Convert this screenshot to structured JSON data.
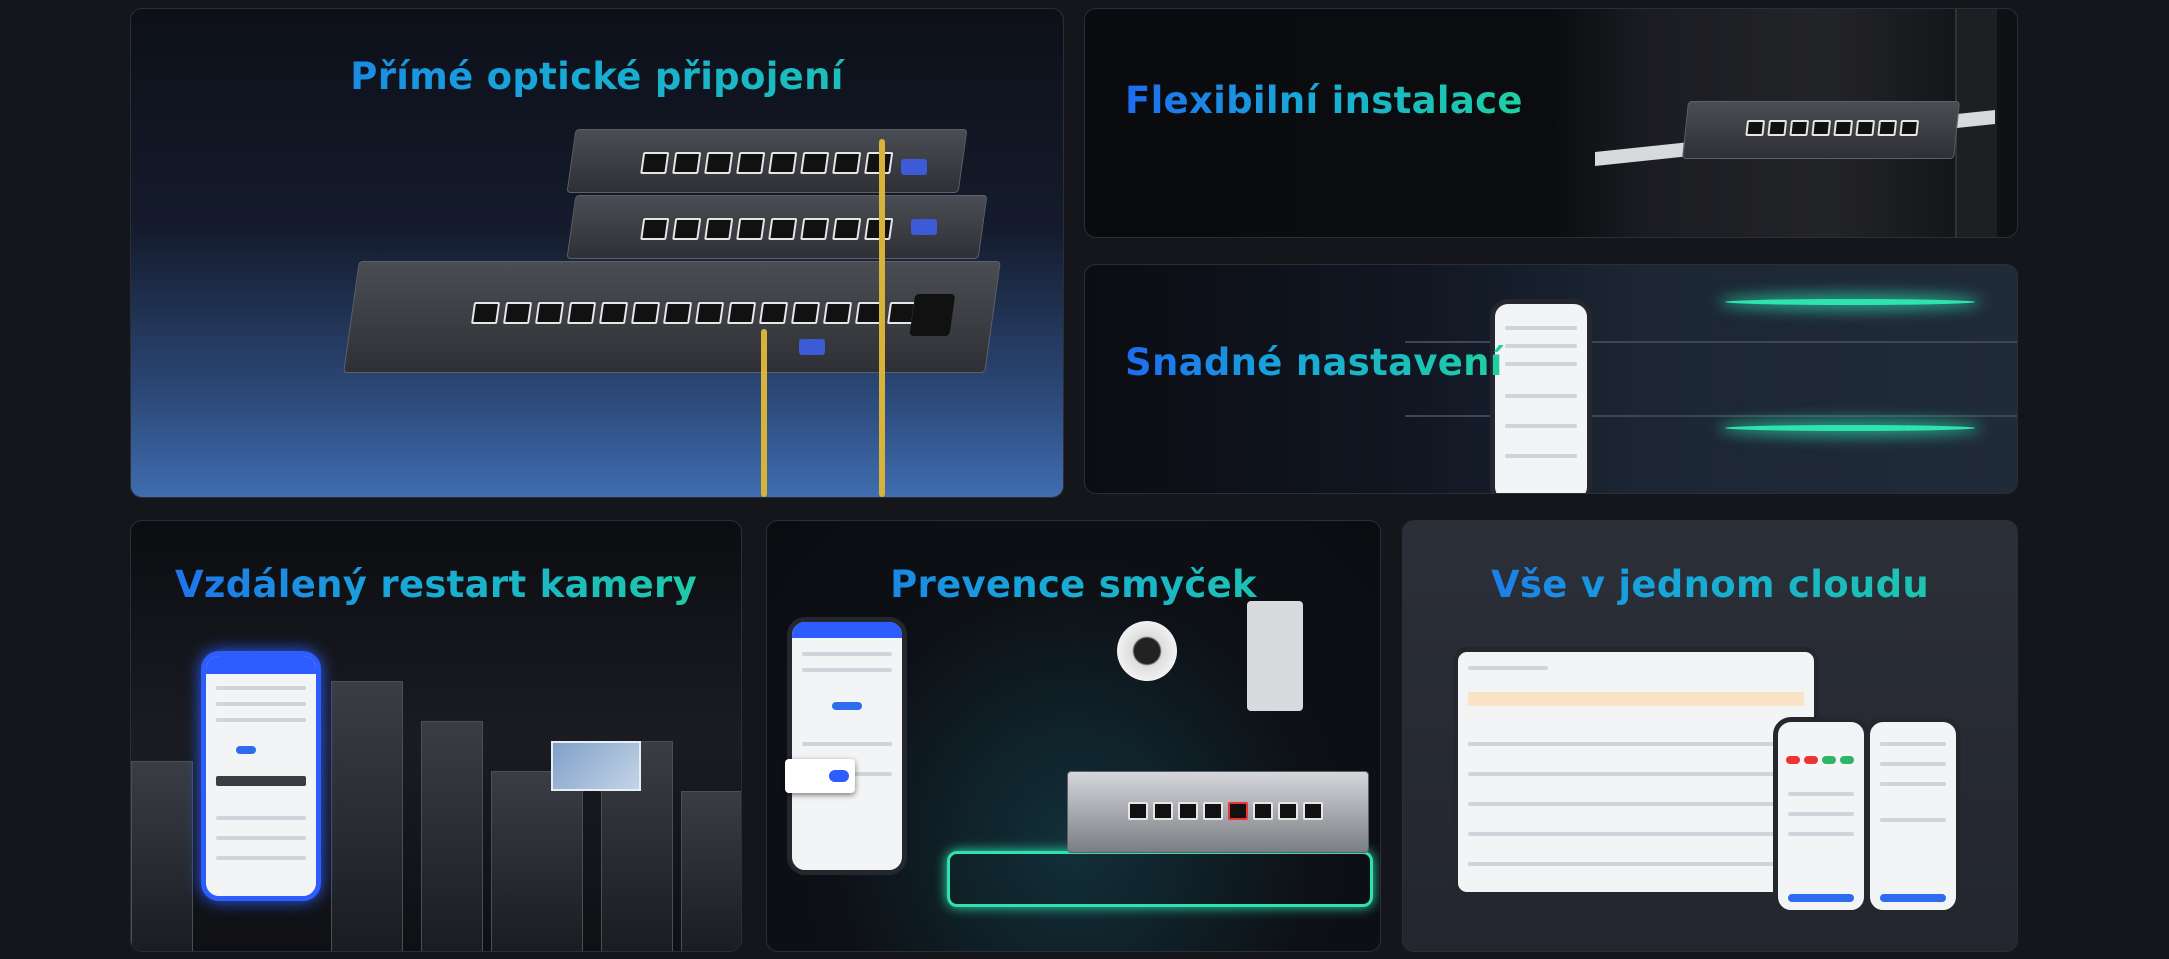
{
  "panels": {
    "fiber": {
      "title": "Přímé optické připojení"
    },
    "install": {
      "title": "Flexibilní instalace"
    },
    "setup": {
      "title": "Snadné nastavení"
    },
    "restart": {
      "title": "Vzdálený restart kamery"
    },
    "loop": {
      "title": "Prevence smyček"
    },
    "cloud": {
      "title": "Vše v jednom cloudu"
    }
  },
  "colors": {
    "title_gradient_start": "#1e6bf0",
    "title_gradient_mid": "#18a9d8",
    "title_gradient_end": "#1fd0a0",
    "background": "#14161b",
    "fiber_cable": "#d8b33a",
    "accent_glow": "#2fe3b0"
  }
}
